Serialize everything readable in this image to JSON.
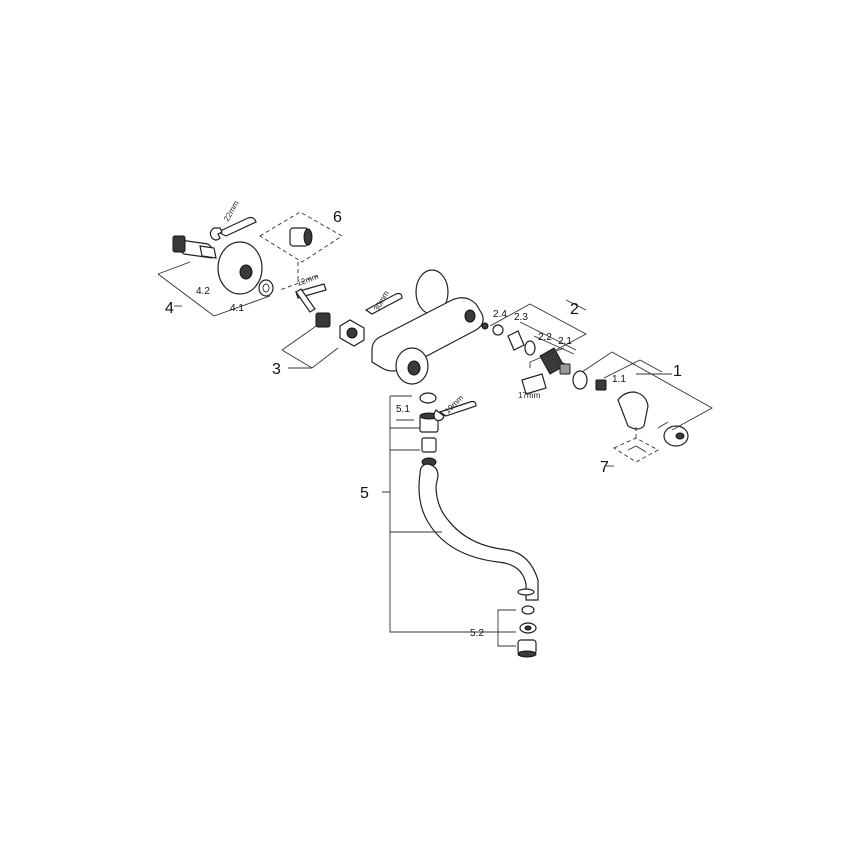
{
  "labels": {
    "p1": "1",
    "p1_1": "1.1",
    "p2": "2",
    "p2_1": "2.1",
    "p2_2": "2.2",
    "p2_3": "2.3",
    "p2_4": "2.4",
    "p3": "3",
    "p4": "4",
    "p4_1": "4.1",
    "p4_2": "4.2",
    "p5": "5",
    "p5_1": "5.1",
    "p5_2": "5.2",
    "p6": "6",
    "p7": "7"
  },
  "tools": {
    "t22": "22mm",
    "t12": "12mm",
    "t30": "30mm",
    "t17": "17mm",
    "t19": "19mm"
  }
}
